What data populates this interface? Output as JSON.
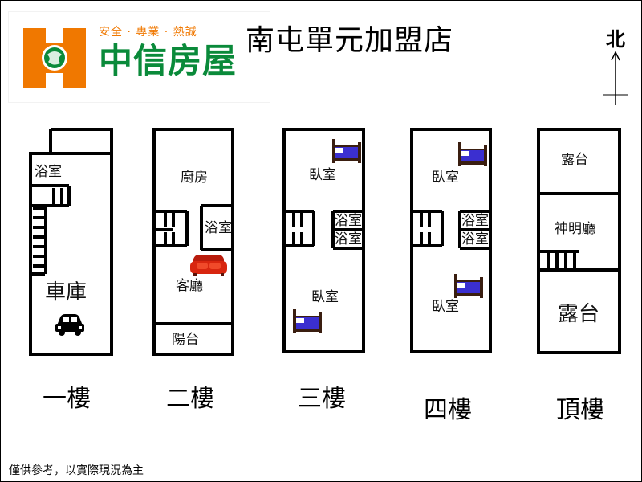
{
  "brand": {
    "slogan": "安全 · 專業 · 熱誠",
    "name": "中信房屋",
    "colors": {
      "orange": "#f07800",
      "green": "#0a8a3a"
    }
  },
  "store_title": "南屯單元加盟店",
  "north_label": "北",
  "floors": [
    {
      "name": "一樓",
      "rooms": [
        {
          "label": "浴室"
        },
        {
          "label": "車庫"
        }
      ],
      "icons": [
        "car-icon"
      ]
    },
    {
      "name": "二樓",
      "rooms": [
        {
          "label": "廚房"
        },
        {
          "label": "浴室"
        },
        {
          "label": "客廳"
        },
        {
          "label": "陽台"
        }
      ],
      "icons": [
        "sofa-icon"
      ]
    },
    {
      "name": "三樓",
      "rooms": [
        {
          "label": "臥室"
        },
        {
          "label": "浴室"
        },
        {
          "label": "浴室"
        },
        {
          "label": "臥室"
        }
      ],
      "icons": [
        "bed-icon",
        "bed-icon"
      ]
    },
    {
      "name": "四樓",
      "rooms": [
        {
          "label": "臥室"
        },
        {
          "label": "浴室"
        },
        {
          "label": "浴室"
        },
        {
          "label": "臥室"
        }
      ],
      "icons": [
        "bed-icon",
        "bed-icon"
      ]
    },
    {
      "name": "頂樓",
      "rooms": [
        {
          "label": "露台"
        },
        {
          "label": "神明廳"
        },
        {
          "label": "露台"
        }
      ],
      "icons": []
    }
  ],
  "disclaimer": "僅供參考，以實際現況為主"
}
